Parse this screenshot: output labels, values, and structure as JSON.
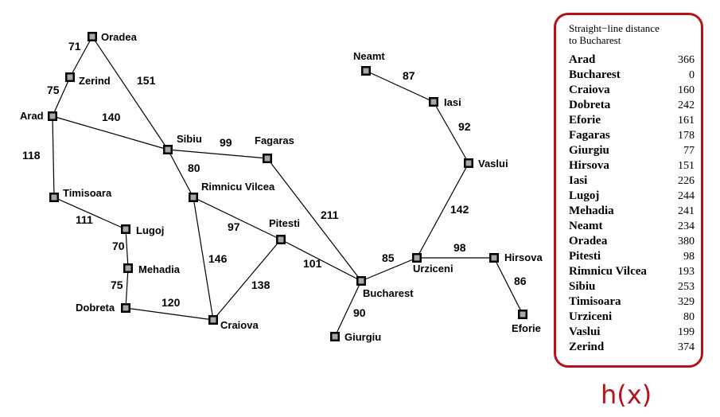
{
  "cities": [
    {
      "id": "Oradea",
      "label": "Oradea"
    },
    {
      "id": "Zerind",
      "label": "Zerind"
    },
    {
      "id": "Arad",
      "label": "Arad"
    },
    {
      "id": "Sibiu",
      "label": "Sibiu"
    },
    {
      "id": "Fagaras",
      "label": "Fagaras"
    },
    {
      "id": "Timisoara",
      "label": "Timisoara"
    },
    {
      "id": "Rimnicu Vilcea",
      "label": "Rimnicu Vilcea"
    },
    {
      "id": "Lugoj",
      "label": "Lugoj"
    },
    {
      "id": "Mehadia",
      "label": "Mehadia"
    },
    {
      "id": "Dobreta",
      "label": "Dobreta"
    },
    {
      "id": "Craiova",
      "label": "Craiova"
    },
    {
      "id": "Pitesti",
      "label": "Pitesti"
    },
    {
      "id": "Bucharest",
      "label": "Bucharest"
    },
    {
      "id": "Giurgiu",
      "label": "Giurgiu"
    },
    {
      "id": "Urziceni",
      "label": "Urziceni"
    },
    {
      "id": "Hirsova",
      "label": "Hirsova"
    },
    {
      "id": "Eforie",
      "label": "Eforie"
    },
    {
      "id": "Vaslui",
      "label": "Vaslui"
    },
    {
      "id": "Iasi",
      "label": "Iasi"
    },
    {
      "id": "Neamt",
      "label": "Neamt"
    }
  ],
  "roads": [
    {
      "from": "Oradea",
      "to": "Zerind",
      "distance": "71"
    },
    {
      "from": "Zerind",
      "to": "Arad",
      "distance": "75"
    },
    {
      "from": "Oradea",
      "to": "Sibiu",
      "distance": "151"
    },
    {
      "from": "Arad",
      "to": "Sibiu",
      "distance": "140"
    },
    {
      "from": "Arad",
      "to": "Timisoara",
      "distance": "118"
    },
    {
      "from": "Sibiu",
      "to": "Fagaras",
      "distance": "99"
    },
    {
      "from": "Sibiu",
      "to": "Rimnicu Vilcea",
      "distance": "80"
    },
    {
      "from": "Timisoara",
      "to": "Lugoj",
      "distance": "111"
    },
    {
      "from": "Lugoj",
      "to": "Mehadia",
      "distance": "70"
    },
    {
      "from": "Mehadia",
      "to": "Dobreta",
      "distance": "75"
    },
    {
      "from": "Dobreta",
      "to": "Craiova",
      "distance": "120"
    },
    {
      "from": "Rimnicu Vilcea",
      "to": "Craiova",
      "distance": "146"
    },
    {
      "from": "Rimnicu Vilcea",
      "to": "Pitesti",
      "distance": "97"
    },
    {
      "from": "Craiova",
      "to": "Pitesti",
      "distance": "138"
    },
    {
      "from": "Fagaras",
      "to": "Bucharest",
      "distance": "211"
    },
    {
      "from": "Pitesti",
      "to": "Bucharest",
      "distance": "101"
    },
    {
      "from": "Bucharest",
      "to": "Giurgiu",
      "distance": "90"
    },
    {
      "from": "Bucharest",
      "to": "Urziceni",
      "distance": "85"
    },
    {
      "from": "Urziceni",
      "to": "Hirsova",
      "distance": "98"
    },
    {
      "from": "Hirsova",
      "to": "Eforie",
      "distance": "86"
    },
    {
      "from": "Urziceni",
      "to": "Vaslui",
      "distance": "142"
    },
    {
      "from": "Vaslui",
      "to": "Iasi",
      "distance": "92"
    },
    {
      "from": "Iasi",
      "to": "Neamt",
      "distance": "87"
    }
  ],
  "heuristic_table": {
    "title_line1": "Straight−line distance",
    "title_line2": "to Bucharest",
    "rows": [
      {
        "city": "Arad",
        "value": "366"
      },
      {
        "city": "Bucharest",
        "value": "0"
      },
      {
        "city": "Craiova",
        "value": "160"
      },
      {
        "city": "Dobreta",
        "value": "242"
      },
      {
        "city": "Eforie",
        "value": "161"
      },
      {
        "city": "Fagaras",
        "value": "178"
      },
      {
        "city": "Giurgiu",
        "value": "77"
      },
      {
        "city": "Hirsova",
        "value": "151"
      },
      {
        "city": "Iasi",
        "value": "226"
      },
      {
        "city": "Lugoj",
        "value": "244"
      },
      {
        "city": "Mehadia",
        "value": "241"
      },
      {
        "city": "Neamt",
        "value": "234"
      },
      {
        "city": "Oradea",
        "value": "380"
      },
      {
        "city": "Pitesti",
        "value": "98"
      },
      {
        "city": "Rimnicu Vilcea",
        "value": "193"
      },
      {
        "city": "Sibiu",
        "value": "253"
      },
      {
        "city": "Timisoara",
        "value": "329"
      },
      {
        "city": "Urziceni",
        "value": "80"
      },
      {
        "city": "Vaslui",
        "value": "199"
      },
      {
        "city": "Zerind",
        "value": "374"
      }
    ]
  },
  "heuristic_label": "h(x)",
  "colors": {
    "accent": "#b5121b",
    "node_fill": "#a8a8a8",
    "ink": "#000000"
  }
}
